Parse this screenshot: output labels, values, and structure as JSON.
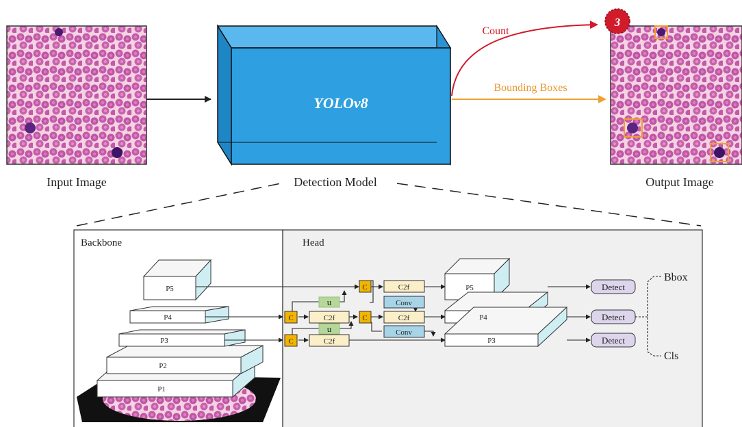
{
  "top": {
    "input_label": "Input Image",
    "model_label": "Detection Model",
    "output_label": "Output Image",
    "model_name": "YOLOv8",
    "count_label": "Count",
    "bbox_label": "Bounding Boxes",
    "count_value": "3"
  },
  "arch": {
    "backbone_title": "Backbone",
    "head_title": "Head",
    "backbone_levels": [
      "P5",
      "P4",
      "P3",
      "P2",
      "P1"
    ],
    "neck_left": {
      "concat": "C",
      "c2f": "C2f",
      "upsample": "u"
    },
    "neck_right": {
      "concat": "C",
      "c2f": "C2f",
      "conv": "Conv"
    },
    "head_levels": [
      "P5",
      "P4",
      "P3"
    ],
    "detect_label": "Detect",
    "outputs": [
      "Bbox",
      "Cls"
    ]
  },
  "colors": {
    "cube_blue": "#2e9fe0",
    "count_red": "#d11a2a",
    "bbox_orange": "#f0a030",
    "concat_fill": "#f3b400",
    "c2f_fill": "#fbefc9",
    "conv_fill": "#a8d4e8",
    "ups_fill": "#b5d79a",
    "detect_fill": "#ddd5ec",
    "block_side": "#cfeef3",
    "panel_head": "#f0f0f0"
  }
}
